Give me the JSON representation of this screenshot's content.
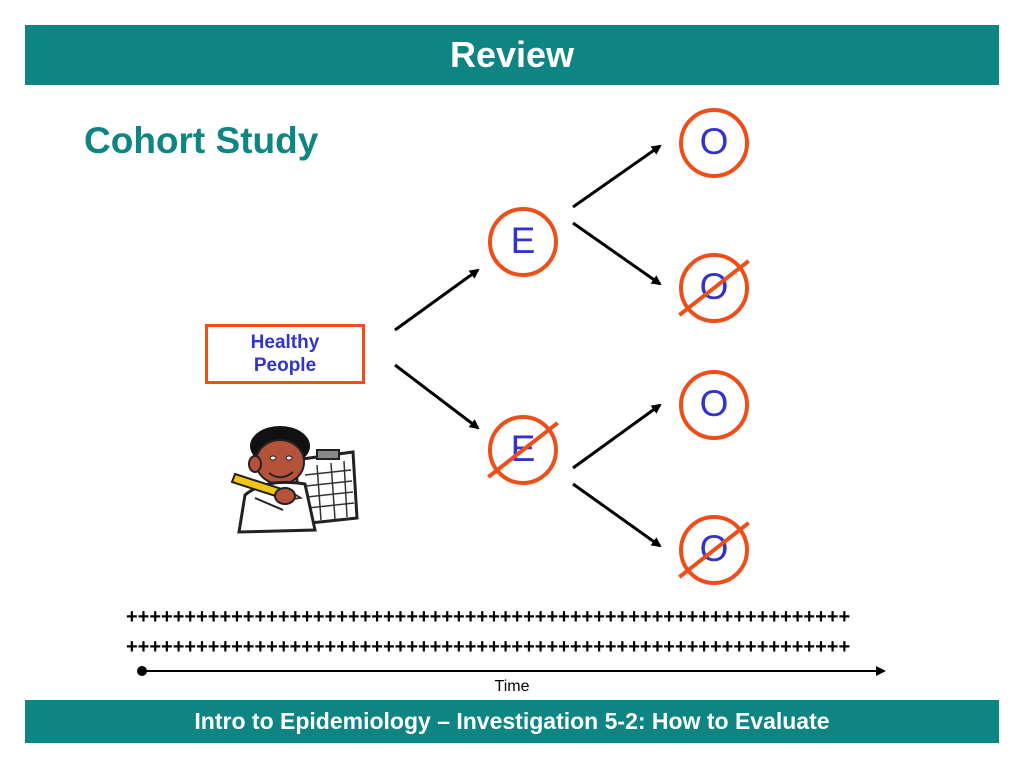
{
  "header": {
    "title": "Review"
  },
  "subtitle": "Cohort Study",
  "start_box": {
    "line1": "Healthy",
    "line2": "People"
  },
  "nodes": {
    "exposed": "E",
    "not_exposed": "E",
    "outcome_1": "O",
    "outcome_2": "O",
    "outcome_3": "O",
    "outcome_4": "O"
  },
  "timeline": {
    "plus_row_1": "++++++++++++++++++++++++++++++++++++++++++++++++++++++++++++++",
    "plus_row_2": "++++++++++++++++++++++++++++++++++++++++++++++++++++++++++++++",
    "label": "Time"
  },
  "footer": {
    "text": "Intro to Epidemiology – Investigation 5-2:  How to Evaluate"
  },
  "colors": {
    "teal": "#0e8582",
    "orange": "#ee4f1a",
    "blue": "#3333cc"
  },
  "icons": {
    "clipart": "person-with-clipboard-icon"
  }
}
